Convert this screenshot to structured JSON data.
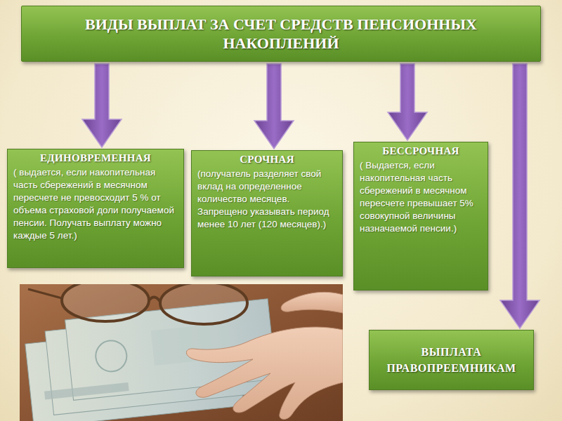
{
  "diagram": {
    "nodes": [
      {
        "text": [
          "ВИДЫ ВЫПЛАТ ЗА СЧЕТ  СРЕДСТВ ПЕНСИОННЫХ НАКОПЛЕНИЙ"
        ]
      },
      {
        "text": [
          "ЕДИНОВРЕМЕННАЯ",
          "( выдается, если накопительная часть сбережений в месячном пересчете не превосходит 5 % от объема страховой доли получаемой пенсии. Получать выплату можно каждые 5 лет.)"
        ]
      },
      {
        "text": [
          "СРОЧНАЯ",
          "(получатель разделяет свой вклад на определенное количество месяцев. Запрещено указывать период менее 10 лет (120 месяцев).)"
        ]
      },
      {
        "text": [
          "БЕССРОЧНАЯ",
          "( Выдается, если накопительная часть сбережений в месячном пересчете превышает 5% совокупной величины назначаемой пенсии.)"
        ]
      },
      {
        "text": [
          "ВЫПЛАТА ПРАВОПРЕЕМНИКАМ"
        ]
      }
    ],
    "edges": [
      {
        "from": 0,
        "to": 1,
        "arrow": "to"
      },
      {
        "from": 0,
        "to": 2,
        "arrow": "to"
      },
      {
        "from": 0,
        "to": 3,
        "arrow": "to"
      },
      {
        "from": 0,
        "to": 4,
        "arrow": "to"
      }
    ]
  }
}
